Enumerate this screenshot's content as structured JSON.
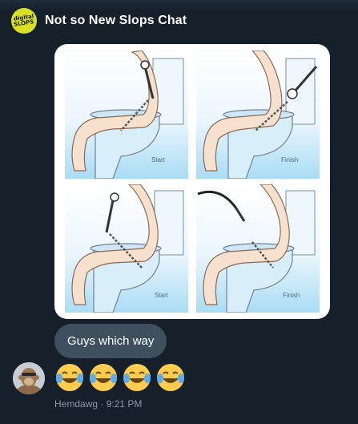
{
  "chat": {
    "title": "Not so New Slops Chat",
    "group_avatar_text_1": "digital",
    "group_avatar_text_2": "SLOPS"
  },
  "image_labels": [
    "Start",
    "Finish",
    "Start",
    "Finish"
  ],
  "message": {
    "text": "Guys which way",
    "reaction_emojis": [
      "joy-emoji",
      "joy-emoji",
      "joy-emoji",
      "joy-emoji"
    ],
    "sender": "Hemdawg",
    "separator": "·",
    "time": "9:21 PM"
  },
  "colors": {
    "background": "#15202b",
    "bubble": "#3e4f5e",
    "meta_text": "#8b98a5",
    "group_avatar": "#d8e024"
  }
}
